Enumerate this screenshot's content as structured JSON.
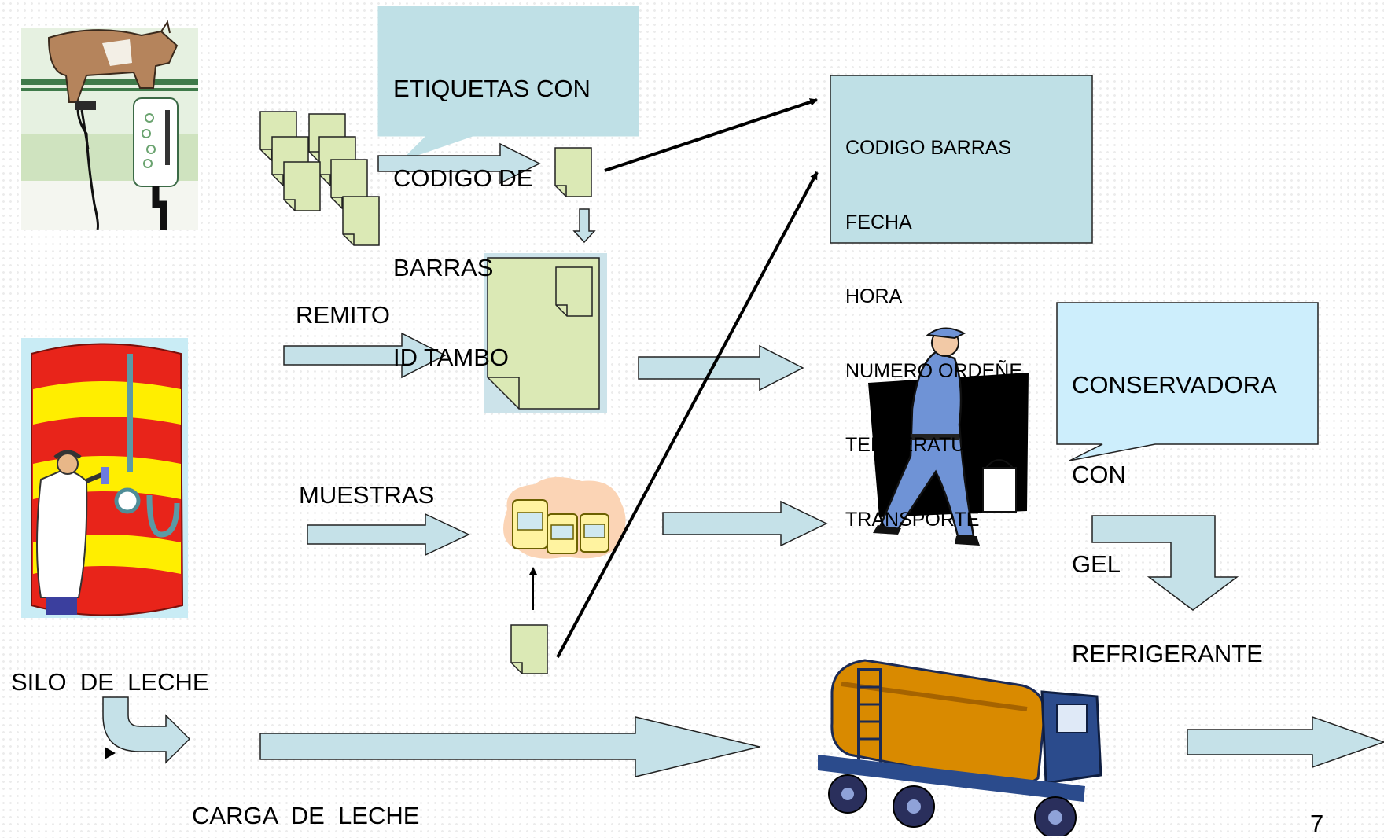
{
  "labels": {
    "remito": "REMITO",
    "muestras": "MUESTRAS",
    "silo": "SILO  DE  LECHE",
    "carga": "CARGA  DE  LECHE",
    "page_number": "7"
  },
  "callouts": {
    "etiquetas": [
      "ETIQUETAS CON",
      "CODIGO DE",
      "BARRAS",
      "ID TAMBO"
    ],
    "conservadora": [
      "CONSERVADORA",
      "CON",
      "GEL",
      "REFRIGERANTE"
    ]
  },
  "data_box": {
    "lines": [
      "CODIGO BARRAS",
      "FECHA",
      "HORA",
      "NUMERO ORDEÑE",
      "TEMPERATURA",
      "TRANSPORTE"
    ]
  },
  "colors": {
    "arrow_fill": "#c5e1e8",
    "callout_fill": "#bfe0e6",
    "paper_fill": "#dbe9b5",
    "paper_back": "#cce3ea",
    "tanker_orange": "#d98a00",
    "tanker_blue": "#2b4b8c",
    "milkman_blue": "#6f93d6",
    "silo_red": "#e8241a",
    "silo_yellow": "#ffee00"
  },
  "icons": [
    "cow-milking-clipart",
    "silo-inspector-clipart",
    "milkman-clipart",
    "tanker-truck-clipart",
    "sample-jars-icon",
    "document-icon"
  ]
}
